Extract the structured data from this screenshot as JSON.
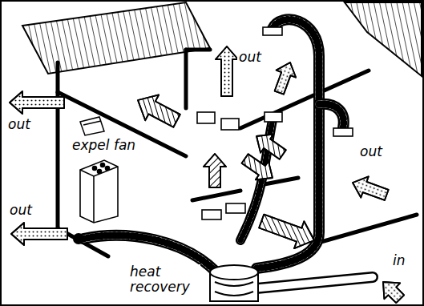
{
  "diagram": {
    "labels": [
      "out",
      "out",
      "expel fan",
      "out",
      "out",
      "in",
      "heat recovery"
    ]
  }
}
